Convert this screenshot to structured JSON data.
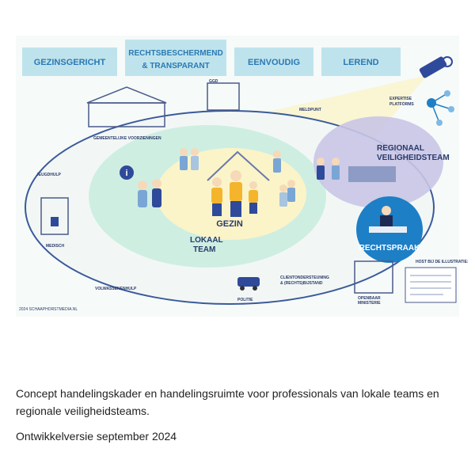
{
  "banners": [
    {
      "label": "GEZINSGERICHT"
    },
    {
      "label": "RECHTSBESCHERMEND"
    },
    {
      "label": "& TRANSPARANT"
    },
    {
      "label": "EENVOUDIG"
    },
    {
      "label": "LEREND"
    }
  ],
  "labels": {
    "ggd": "GGD",
    "gemeente": "GEMEENTELIJKE VOORZIENINGEN",
    "meldpunt": "MELDPUNT",
    "expertise_1": "EXPERTISE",
    "expertise_2": "PLATFORMS",
    "jeugdhulp": "JEUGDHULP",
    "medisch": "MEDISCH",
    "regionaal_1": "REGIONAAL",
    "regionaal_2": "VEILIGHEIDSTEAM",
    "gezin": "GEZIN",
    "lokaal_1": "LOKAAL",
    "lokaal_2": "TEAM",
    "rechtspraak": "RECHTSPRAAK",
    "clienten_1": "CLIENTONDERSTEUNING",
    "clienten_2": "& (RECHTS)BIJSTAND",
    "politie": "POLITIE",
    "volwassenen": "VOLWASSENENHULP",
    "om_1": "OPENBAAR",
    "om_2": "MINISTERIE",
    "note_title": "HOST BIJ DE ILLUSTRATIE:",
    "credit": "2024 SCHAAPHORSTMEDIA.NL"
  },
  "caption": "Concept handelingskader en handelingsruimte voor professionals van lokale teams en regionale veiligheidsteams.",
  "version": "Ontwikkelversie september 2024",
  "colors": {
    "banner": "#bfe3ec",
    "banner_text": "#2a79b5",
    "outer_ring": "#f2f7f6",
    "lokaal_ring": "#cfeee2",
    "gezin_core": "#fbf4c8",
    "regionaal": "#c9c5e6",
    "rechtspraak": "#1d7fc6",
    "figure_yellow": "#f4b52c",
    "figure_blue": "#2f4a9a",
    "ink": "#2a3a6a"
  }
}
